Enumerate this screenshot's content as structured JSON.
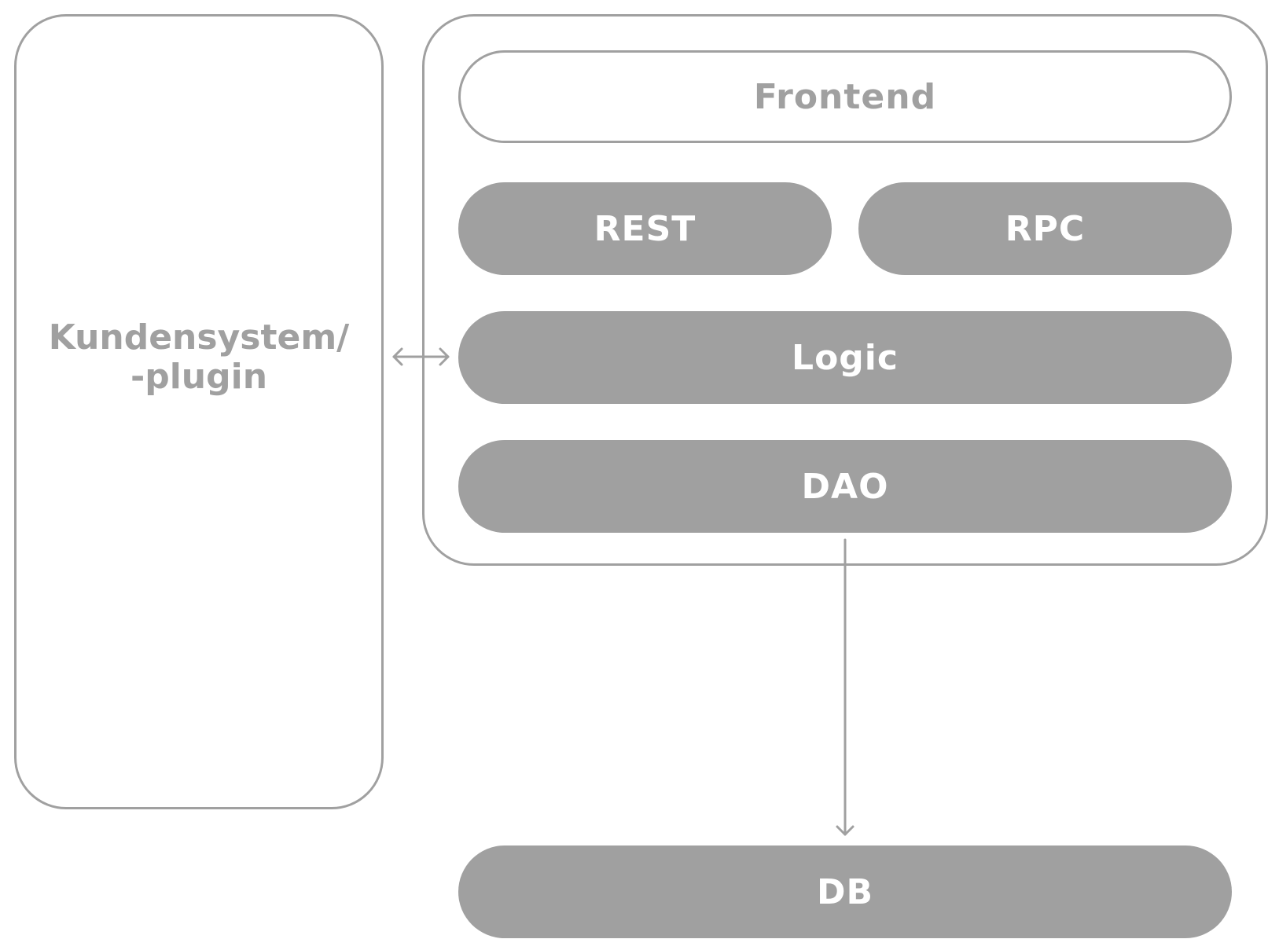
{
  "client": {
    "label_line1": "Kundensystem/",
    "label_line2": "-plugin"
  },
  "system": {
    "frontend": "Frontend",
    "rest": "REST",
    "rpc": "RPC",
    "logic": "Logic",
    "dao": "DAO"
  },
  "database": {
    "label": "DB"
  },
  "colors": {
    "gray": "#a0a0a0",
    "white": "#ffffff"
  }
}
